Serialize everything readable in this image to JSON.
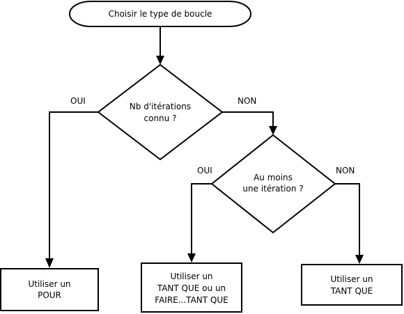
{
  "diagram": {
    "start": {
      "label": "Choisir le type de boucle"
    },
    "decision1": {
      "lines": [
        "Nb d'itérations",
        "connu ?"
      ]
    },
    "decision2": {
      "lines": [
        "Au moins",
        "une itération ?"
      ]
    },
    "box_pour": {
      "lines": [
        "Utiliser un",
        "POUR"
      ]
    },
    "box_tantque_faire": {
      "lines": [
        "Utiliser un",
        "TANT QUE ou un",
        "FAIRE...TANT QUE"
      ]
    },
    "box_tantque": {
      "lines": [
        "Utiliser un",
        "TANT QUE"
      ]
    },
    "edge_labels": {
      "d1_yes": "OUI",
      "d1_no": "NON",
      "d2_yes": "OUI",
      "d2_no": "NON"
    }
  }
}
